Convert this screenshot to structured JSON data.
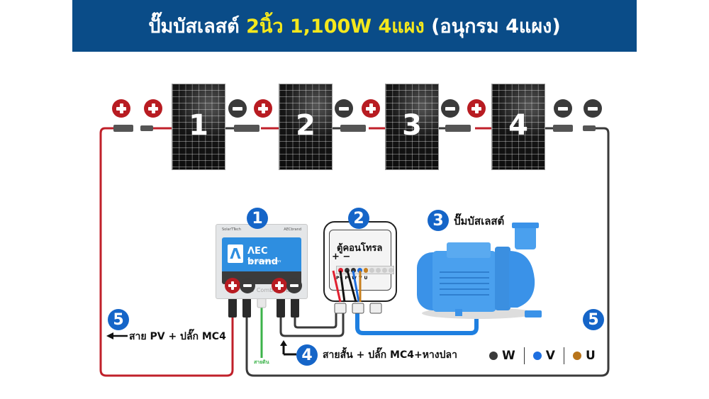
{
  "title": {
    "part1": "ปั๊มบัสเลสต์ ",
    "part2": "2นิ้ว 1,100W 4แผง",
    "part3": " (อนุกรม 4แผง)"
  },
  "panels": [
    {
      "number": "1"
    },
    {
      "number": "2"
    },
    {
      "number": "3"
    },
    {
      "number": "4"
    }
  ],
  "polarity": {
    "plus": "+",
    "minus": "−"
  },
  "components": {
    "combiner": {
      "badge": "1",
      "brand": "ΛEC brand",
      "brand_sub": "โซลาร์เซลล์ ครบวงจร",
      "top_left": "SolarTTech",
      "top_right": "AECbrand",
      "body_text": "PV Combiner Box"
    },
    "controller": {
      "badge": "2",
      "label": "ตู้คอนโทรล",
      "polarity": "+ −",
      "terminals": [
        "P+",
        "P-",
        "W",
        "V",
        "U"
      ]
    },
    "pump": {
      "badge": "3",
      "label": "ปั๊มบัสเลสต์"
    }
  },
  "annotations": {
    "pv_cable": {
      "badge": "5",
      "label": "สาย PV + ปลั๊ก MC4"
    },
    "short_cable": {
      "badge": "4",
      "label": "สายสั้น + ปลั๊ก MC4+หางปลา"
    },
    "right_badge": "5",
    "ground": "สายดิน"
  },
  "legend": [
    {
      "label": "W",
      "color": "#3a3a3a"
    },
    {
      "label": "V",
      "color": "#1e6fe0"
    },
    {
      "label": "U",
      "color": "#b8741a"
    }
  ],
  "colors": {
    "title_bg": "#0a4c88",
    "title_highlight": "#f5e81c",
    "positive_wire": "#c0202a",
    "negative_wire": "#3a3a3a",
    "pump_blue": "#2f8fe6",
    "badge_blue": "#1565c8",
    "ground_wire": "#3cb34a"
  }
}
